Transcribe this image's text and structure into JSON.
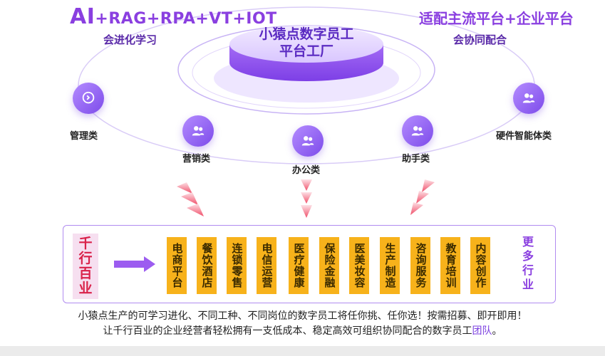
{
  "header": {
    "tech_ai": "AI",
    "tech_rest": "+RAG+RPA+VT+IOT",
    "platform": "适配主流平台+企业平台",
    "evolve": "会进化学习",
    "coop": "会协同配合"
  },
  "hub": {
    "line1": "小猿点数字员工",
    "line2": "平台工厂"
  },
  "nodes": {
    "management": "管理类",
    "marketing": "营销类",
    "office": "办公类",
    "assistant": "助手类",
    "hardware": "硬件智能体类"
  },
  "industries": {
    "left": "千行百业",
    "items": [
      "电商平台",
      "餐饮酒店",
      "连锁零售",
      "电信运营",
      "医疗健康",
      "保险金融",
      "医美妆容",
      "生产制造",
      "咨询服务",
      "教育培训",
      "内容创作"
    ],
    "more": "更多行业"
  },
  "caption": {
    "line1": "小猿点生产的可学习进化、不同工种、不同岗位的数字员工将任你挑、任你选！按需招募、即开即用！",
    "line2_main": "让千行百业的企业经营者轻松拥有一支低成本、稳定高效可组织协同配合的数字员工",
    "line2_tail": "团队",
    "line2_end": "。"
  },
  "colors": {
    "purple": "#8a3fe0",
    "orange": "#f7b21b",
    "red": "#d9224a",
    "arrow_pink": "#f26a7a"
  }
}
